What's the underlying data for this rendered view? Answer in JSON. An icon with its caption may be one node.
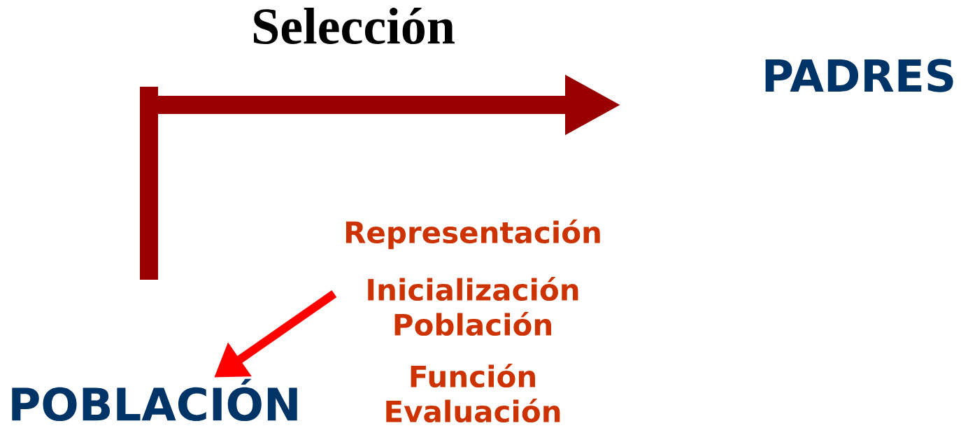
{
  "diagram": {
    "nodes": [
      {
        "text": [
          "POBLACIÓN"
        ]
      },
      {
        "text": [
          "PADRES"
        ]
      },
      {
        "text": [
          "Inicialización Población"
        ]
      }
    ],
    "edges": [
      {
        "from": 2,
        "to": 0,
        "arrow": "to"
      }
    ],
    "labels": [
      "Selección",
      "Representación",
      "Función Evaluación"
    ]
  }
}
